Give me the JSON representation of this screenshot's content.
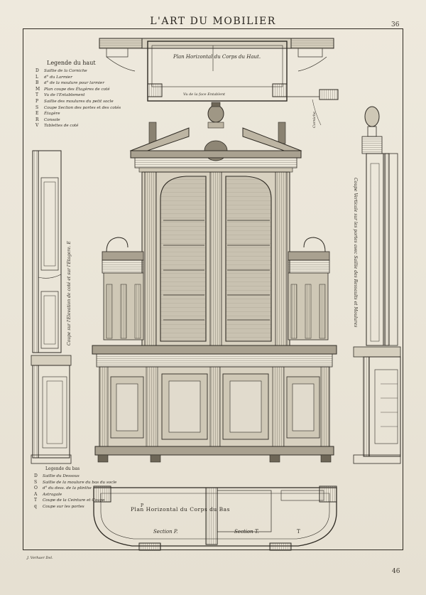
{
  "page": {
    "title": "L'ART DU MOBILIER",
    "page_number_top": "36",
    "page_number_bottom": "46",
    "signature": "J. Verhaer Del."
  },
  "top_plan": {
    "title": "Plan Horizontal du Corps du Haut.",
    "under_label": "Vu de la face Entablent",
    "corniche_label": "Corniche"
  },
  "legend_haut": {
    "heading": "Legende du haut",
    "items": [
      {
        "key": "D",
        "text": "Saillie de la Corniche"
      },
      {
        "key": "L",
        "text": "d° du Larmier"
      },
      {
        "key": "B",
        "text": "d° de la moulure pour larmier"
      },
      {
        "key": "M",
        "text": "Plan coupe des Étagères de coté"
      },
      {
        "key": "T",
        "text": "Vu de l'Entablement"
      },
      {
        "key": "P",
        "text": "Saillie des moulures du petit socle"
      },
      {
        "key": "S",
        "text": "Coupe Section des portes et des cotés"
      },
      {
        "key": "E",
        "text": "Étagère"
      },
      {
        "key": "R",
        "text": "Console"
      },
      {
        "key": "V",
        "text": "Tablettes de coté"
      }
    ]
  },
  "side_section_label": "Coupe sur l'Elevation de coté et sur l'Etagere. E",
  "right_section_label": "Coupe Verticale sur les portes avec Saillie des Ressaults et Moulures",
  "legend_bas": {
    "heading": "Legende du bas",
    "items": [
      {
        "key": "D",
        "text": "Saillie du Dessous"
      },
      {
        "key": "S",
        "text": "Saillie de la moulure du bas du socle"
      },
      {
        "key": "O",
        "text": "d° du dess. de la plinthe"
      },
      {
        "key": "A",
        "text": "Astragale"
      },
      {
        "key": "T",
        "text": "Coupe de la Ceinture et Coupe"
      },
      {
        "key": "q",
        "text": "Coupe sur les portes"
      }
    ]
  },
  "bottom_plan": {
    "title": "Plan Horizontal du Corps du Bas",
    "section_p": "Section P.",
    "section_t": "Section T.",
    "mark_t": "T",
    "mark_p": "P"
  }
}
